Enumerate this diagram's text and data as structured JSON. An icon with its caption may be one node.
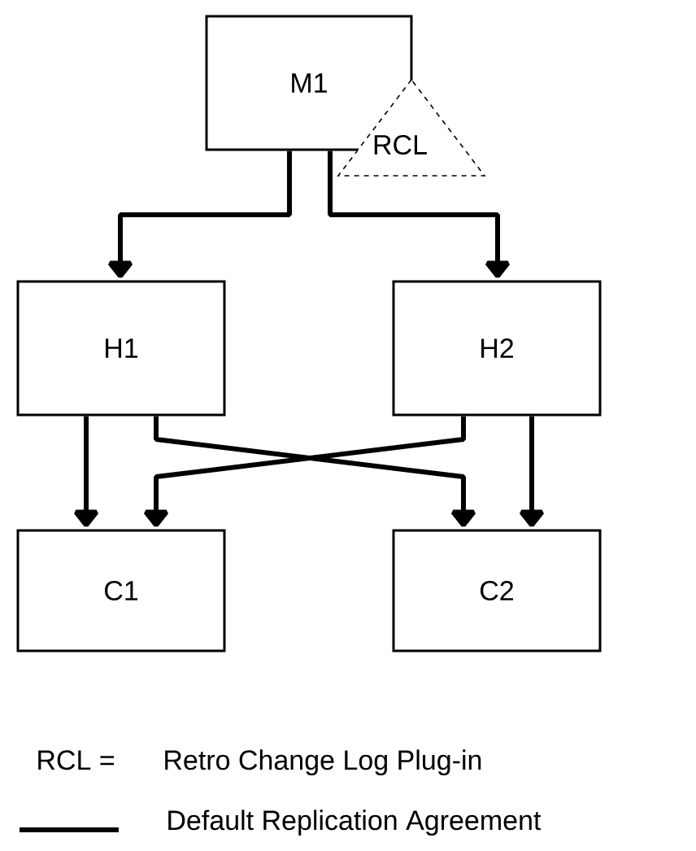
{
  "diagram": {
    "nodes": [
      {
        "text": [
          "M1"
        ]
      },
      {
        "text": [
          "RCL"
        ]
      },
      {
        "text": [
          "H1"
        ]
      },
      {
        "text": [
          "H2"
        ]
      },
      {
        "text": [
          "C1"
        ]
      },
      {
        "text": [
          "C2"
        ]
      }
    ],
    "edges": [
      {
        "from": 0,
        "to": 2,
        "arrow": "to"
      },
      {
        "from": 0,
        "to": 3,
        "arrow": "to"
      },
      {
        "from": 2,
        "to": 4,
        "arrow": "to"
      },
      {
        "from": 2,
        "to": 5,
        "arrow": "to"
      },
      {
        "from": 3,
        "to": 4,
        "arrow": "to"
      },
      {
        "from": 3,
        "to": 5,
        "arrow": "to"
      }
    ],
    "labels": [
      "RCL =",
      "Retro Change Log Plug-in"
    ],
    "legend": [
      {
        "text": "Default Replication Agreement"
      }
    ]
  }
}
